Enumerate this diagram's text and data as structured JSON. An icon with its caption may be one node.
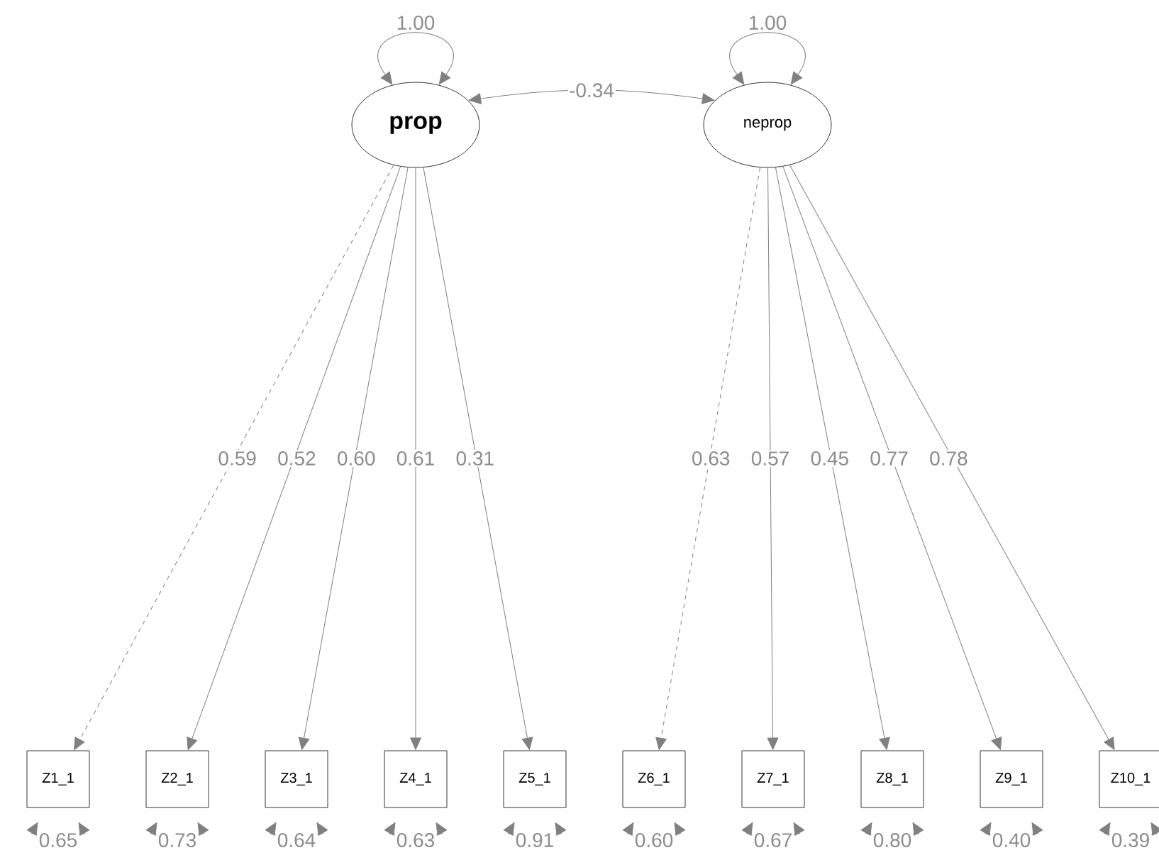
{
  "diagram": {
    "nodes": [
      {
        "text": [
          "prop"
        ]
      },
      {
        "text": [
          "neprop"
        ]
      },
      {
        "text": [
          "Z1_1"
        ]
      },
      {
        "text": [
          "Z2_1"
        ]
      },
      {
        "text": [
          "Z3_1"
        ]
      },
      {
        "text": [
          "Z4_1"
        ]
      },
      {
        "text": [
          "Z5_1"
        ]
      },
      {
        "text": [
          "Z6_1"
        ]
      },
      {
        "text": [
          "Z7_1"
        ]
      },
      {
        "text": [
          "Z8_1"
        ]
      },
      {
        "text": [
          "Z9_1"
        ]
      },
      {
        "text": [
          "Z10_1"
        ]
      }
    ],
    "edges": [
      {
        "from": 0,
        "to": 0,
        "arrow": "both",
        "label": "1.00"
      },
      {
        "from": 1,
        "to": 1,
        "arrow": "both",
        "label": "1.00"
      },
      {
        "from": 0,
        "to": 1,
        "arrow": "both",
        "label": "-0.34"
      },
      {
        "from": 0,
        "to": 2,
        "arrow": "to",
        "label": "0.59",
        "style": "dashed"
      },
      {
        "from": 0,
        "to": 3,
        "arrow": "to",
        "label": "0.52"
      },
      {
        "from": 0,
        "to": 4,
        "arrow": "to",
        "label": "0.60"
      },
      {
        "from": 0,
        "to": 5,
        "arrow": "to",
        "label": "0.61"
      },
      {
        "from": 0,
        "to": 6,
        "arrow": "to",
        "label": "0.31"
      },
      {
        "from": 1,
        "to": 7,
        "arrow": "to",
        "label": "0.63",
        "style": "dashed"
      },
      {
        "from": 1,
        "to": 8,
        "arrow": "to",
        "label": "0.57"
      },
      {
        "from": 1,
        "to": 9,
        "arrow": "to",
        "label": "0.45"
      },
      {
        "from": 1,
        "to": 10,
        "arrow": "to",
        "label": "0.77"
      },
      {
        "from": 1,
        "to": 11,
        "arrow": "to",
        "label": "0.78"
      },
      {
        "from": 2,
        "to": 2,
        "arrow": "both",
        "label": "0.65"
      },
      {
        "from": 3,
        "to": 3,
        "arrow": "both",
        "label": "0.73"
      },
      {
        "from": 4,
        "to": 4,
        "arrow": "both",
        "label": "0.64"
      },
      {
        "from": 5,
        "to": 5,
        "arrow": "both",
        "label": "0.63"
      },
      {
        "from": 6,
        "to": 6,
        "arrow": "both",
        "label": "0.91"
      },
      {
        "from": 7,
        "to": 7,
        "arrow": "both",
        "label": "0.60"
      },
      {
        "from": 8,
        "to": 8,
        "arrow": "both",
        "label": "0.67"
      },
      {
        "from": 9,
        "to": 9,
        "arrow": "both",
        "label": "0.80"
      },
      {
        "from": 10,
        "to": 10,
        "arrow": "both",
        "label": "0.40"
      },
      {
        "from": 11,
        "to": 11,
        "arrow": "both",
        "label": "0.39"
      }
    ]
  }
}
